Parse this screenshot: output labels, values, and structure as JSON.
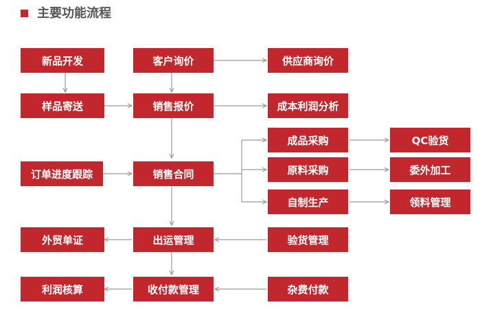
{
  "title": "主要功能流程",
  "colors": {
    "box": "#c1272d",
    "arrow": "#999999",
    "text": "#ffffff",
    "title": "#555555"
  },
  "nodes": {
    "new_product": "新品开发",
    "customer_inquiry": "客户询价",
    "supplier_inquiry": "供应商询价",
    "sample_mailing": "样品寄送",
    "sales_quote": "销售报价",
    "cost_profit": "成本利润分析",
    "finished_purchase": "成品采购",
    "qc_inspection": "QC验货",
    "order_tracking": "订单进度跟踪",
    "sales_contract": "销售合同",
    "raw_purchase": "原料采购",
    "outsourcing": "委外加工",
    "self_production": "自制生产",
    "material_management": "领料管理",
    "trade_documents": "外贸单证",
    "shipping_management": "出运管理",
    "inspection_management": "验货管理",
    "profit_accounting": "利润核算",
    "payment_management": "收付款管理",
    "misc_payment": "杂费付款"
  },
  "edges": [
    {
      "from": "customer_inquiry",
      "to": "supplier_inquiry"
    },
    {
      "from": "new_product",
      "to": "sample_mailing"
    },
    {
      "from": "customer_inquiry",
      "to": "sales_quote"
    },
    {
      "from": "sample_mailing",
      "to": "sales_quote"
    },
    {
      "from": "sales_quote",
      "to": "cost_profit"
    },
    {
      "from": "sales_quote",
      "to": "sales_contract"
    },
    {
      "from": "order_tracking",
      "to": "sales_contract"
    },
    {
      "from": "sales_contract",
      "to": "finished_purchase"
    },
    {
      "from": "sales_contract",
      "to": "raw_purchase"
    },
    {
      "from": "sales_contract",
      "to": "self_production"
    },
    {
      "from": "finished_purchase",
      "to": "qc_inspection"
    },
    {
      "from": "raw_purchase",
      "to": "outsourcing"
    },
    {
      "from": "self_production",
      "to": "material_management"
    },
    {
      "from": "sales_contract",
      "to": "shipping_management"
    },
    {
      "from": "inspection_management",
      "to": "shipping_management"
    },
    {
      "from": "shipping_management",
      "to": "trade_documents"
    },
    {
      "from": "shipping_management",
      "to": "payment_management"
    },
    {
      "from": "misc_payment",
      "to": "payment_management"
    },
    {
      "from": "payment_management",
      "to": "profit_accounting"
    }
  ]
}
